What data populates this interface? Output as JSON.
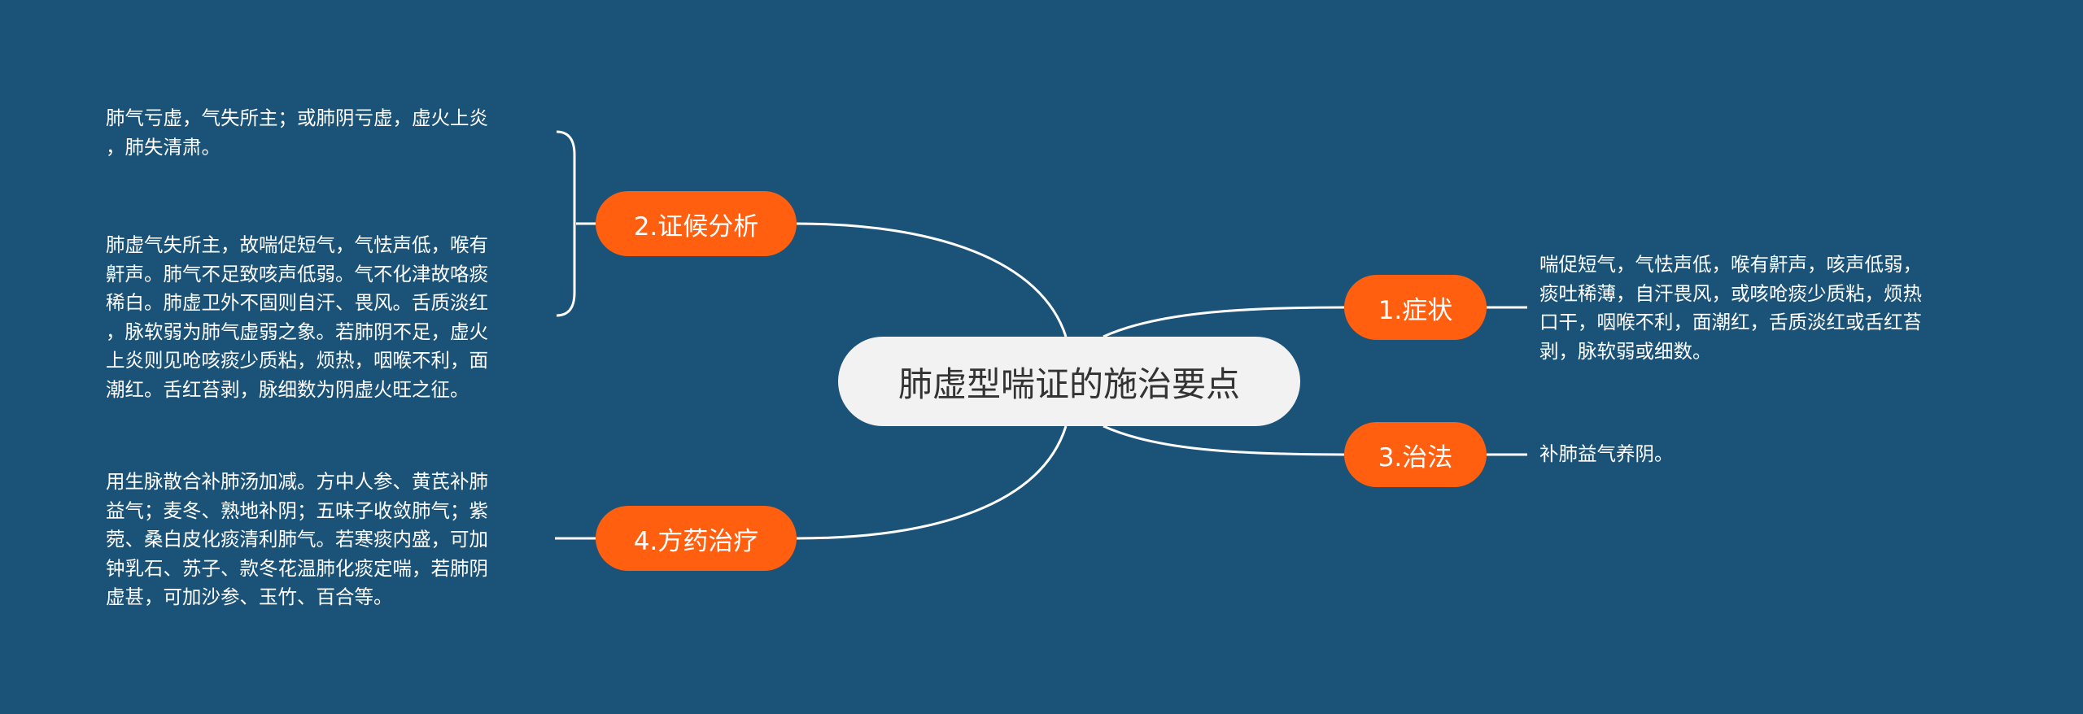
{
  "central": {
    "title": "肺虚型喘证的施治要点"
  },
  "branches": {
    "symptoms": {
      "label": "1.症状",
      "text": [
        "喘促短气，气怯声低，喉有鼾声，咳声低弱，",
        "痰吐稀薄，自汗畏风，或咳呛痰少质粘，烦热",
        "口干，咽喉不利，面潮红，舌质淡红或舌红苔",
        "剥，脉软弱或细数。"
      ]
    },
    "pattern": {
      "label": "2.证候分析",
      "items": [
        [
          "肺气亏虚，气失所主；或肺阴亏虚，虚火上炎",
          "，肺失清肃。"
        ],
        [
          "肺虚气失所主，故喘促短气，气怯声低，喉有",
          "鼾声。肺气不足致咳声低弱。气不化津故咯痰",
          "稀白。肺虚卫外不固则自汗、畏风。舌质淡红",
          "，脉软弱为肺气虚弱之象。若肺阴不足，虚火",
          "上炎则见呛咳痰少质粘，烦热，咽喉不利，面",
          "潮红。舌红苔剥，脉细数为阴虚火旺之征。"
        ]
      ]
    },
    "method": {
      "label": "3.治法",
      "text": [
        "补肺益气养阴。"
      ]
    },
    "prescription": {
      "label": "4.方药治疗",
      "text": [
        "用生脉散合补肺汤加减。方中人参、黄芪补肺",
        "益气；麦冬、熟地补阴；五味子收敛肺气；紫",
        "菀、桑白皮化痰清利肺气。若寒痰内盛，可加",
        "钟乳石、苏子、款冬花温肺化痰定喘，若肺阴",
        "虚甚，可加沙参、玉竹、百合等。"
      ]
    }
  },
  "colors": {
    "background": "#1b5378",
    "central_fill": "#f2f2f2",
    "branch_fill": "#ff5f0f",
    "line": "#ffffff"
  }
}
